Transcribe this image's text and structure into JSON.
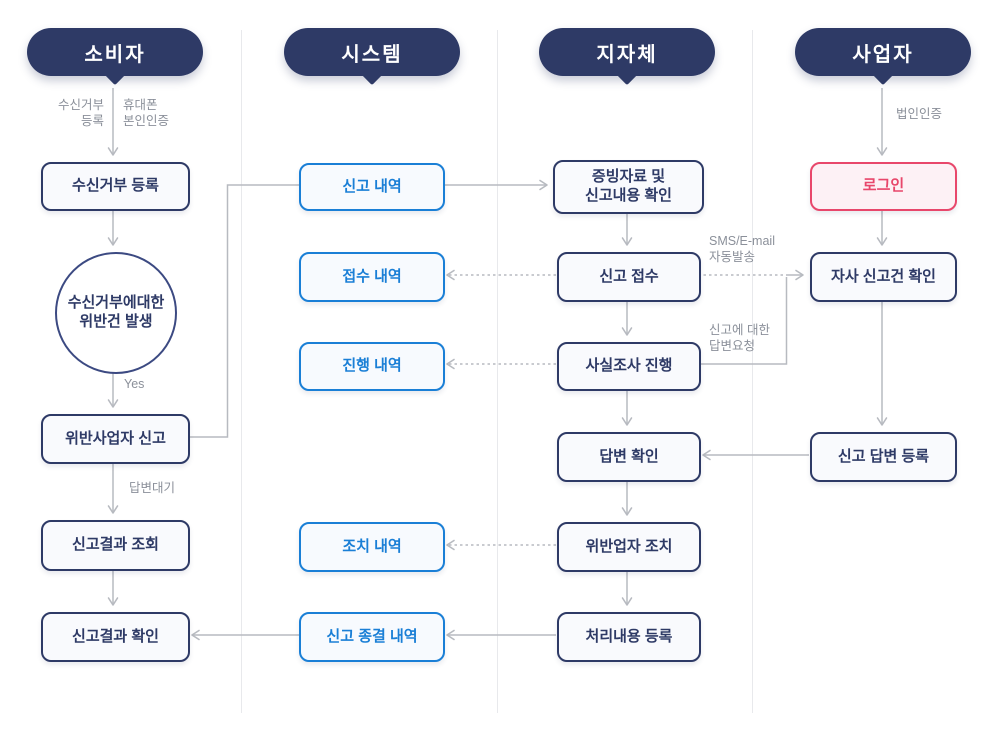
{
  "colors": {
    "navy": "#2e3a66",
    "blue": "#1a7fd6",
    "pink": "#e8476b",
    "connector_gray": "#b7bac0",
    "separator_gray": "#e8e9ec",
    "label_gray": "#8b909a"
  },
  "lanes": {
    "consumer": {
      "header": "소비자",
      "nodes": {
        "reject_registration": "수신거부 등록",
        "violation_circle_line1": "수신거부에대한",
        "violation_circle_line2": "위반건 발생",
        "report_violator": "위반사업자 신고",
        "result_inquiry": "신고결과 조회",
        "result_check": "신고결과 확인"
      },
      "edge_labels": {
        "reject_reg_line1": "수신거부",
        "reject_reg_line2": "등록",
        "phone_auth_line1": "휴대폰",
        "phone_auth_line2": "본인인증",
        "yes": "Yes",
        "answer_wait": "답변대기"
      }
    },
    "system": {
      "header": "시스템",
      "nodes": {
        "report_history": "신고 내역",
        "receipt_history": "접수 내역",
        "progress_history": "진행 내역",
        "action_history": "조치 내역",
        "closure_history": "신고 종결 내역"
      }
    },
    "government": {
      "header": "지자체",
      "nodes": {
        "evidence_check_line1": "증빙자료 및",
        "evidence_check_line2": "신고내용 확인",
        "report_receipt": "신고 접수",
        "fact_investigation": "사실조사 진행",
        "answer_check": "답변 확인",
        "violator_action": "위반업자 조치",
        "processing_register": "처리내용 등록"
      },
      "edge_labels": {
        "sms_line1": "SMS/E-mail",
        "sms_line2": "자동발송",
        "answer_request_line1": "신고에 대한",
        "answer_request_line2": "답변요청"
      }
    },
    "business": {
      "header": "사업자",
      "nodes": {
        "login": "로그인",
        "own_report_check": "자사 신고건 확인",
        "answer_register": "신고 답변 등록"
      },
      "edge_labels": {
        "corporate_auth": "법인인증"
      }
    }
  }
}
